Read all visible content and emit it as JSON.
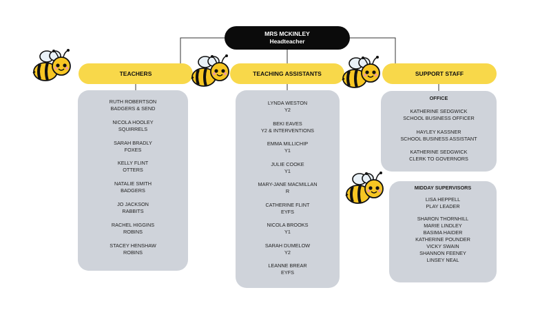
{
  "head": {
    "name": "MRS MCKINLEY",
    "role": "Headteacher"
  },
  "categories": {
    "teachers": "TEACHERS",
    "teaching_assistants": "TEACHING ASSISTANTS",
    "support_staff": "SUPPORT STAFF"
  },
  "teachers": [
    {
      "name": "RUTH ROBERTSON",
      "role": "BADGERS & SEND"
    },
    {
      "name": "NICOLA HOOLEY",
      "role": "SQUIRRELS"
    },
    {
      "name": "SARAH BRADLY",
      "role": "FOXES"
    },
    {
      "name": "KELLY FLINT",
      "role": "OTTERS"
    },
    {
      "name": "NATALIE SMITH",
      "role": "BADGERS"
    },
    {
      "name": "JO JACKSON",
      "role": "RABBITS"
    },
    {
      "name": "RACHEL HIGGINS",
      "role": "ROBINS"
    },
    {
      "name": "STACEY HENSHAW",
      "role": "ROBINS"
    }
  ],
  "teaching_assistants": [
    {
      "name": "LYNDA WESTON",
      "role": "Y2"
    },
    {
      "name": "BEKI EAVES",
      "role": "Y2 & INTERVENTIONS"
    },
    {
      "name": "EMMA MILLICHIP",
      "role": "Y1"
    },
    {
      "name": "JULIE COOKE",
      "role": "Y1"
    },
    {
      "name": "MARY-JANE MACMILLAN",
      "role": "R"
    },
    {
      "name": "CATHERINE FLINT",
      "role": "EYFS"
    },
    {
      "name": "NICOLA BROOKS",
      "role": "Y1"
    },
    {
      "name": "SARAH DUMELOW",
      "role": "Y2"
    },
    {
      "name": "LEANNE BREAR",
      "role": "EYFS"
    }
  ],
  "office": {
    "title": "OFFICE",
    "staff": [
      {
        "name": "KATHERINE SEDGWICK",
        "role": "SCHOOL BUSINESS OFFICER"
      },
      {
        "name": "HAYLEY KASSNER",
        "role": "SCHOOL BUSINESS ASSISTANT"
      },
      {
        "name": "KATHERINE SEDGWICK",
        "role": "CLERK TO GOVERNORS"
      }
    ]
  },
  "midday": {
    "title": "MIDDAY SUPERVISORS",
    "leader": {
      "name": "LISA HEPPELL",
      "role": "PLAY LEADER"
    },
    "supervisors": [
      "SHARON THORNHILL",
      "MARIE LINDLEY",
      "BASIMA HAIDER",
      "KATHERINE POUNDER",
      "VICKY SWAIN",
      "SHANNON FEENEY",
      "LINSEY NEAL"
    ]
  },
  "colors": {
    "head_box": "#0b0b0b",
    "category_pill": "#f8d84a",
    "column_box": "#cfd3da",
    "connector": "#333333"
  },
  "icons": [
    "bee-icon"
  ]
}
